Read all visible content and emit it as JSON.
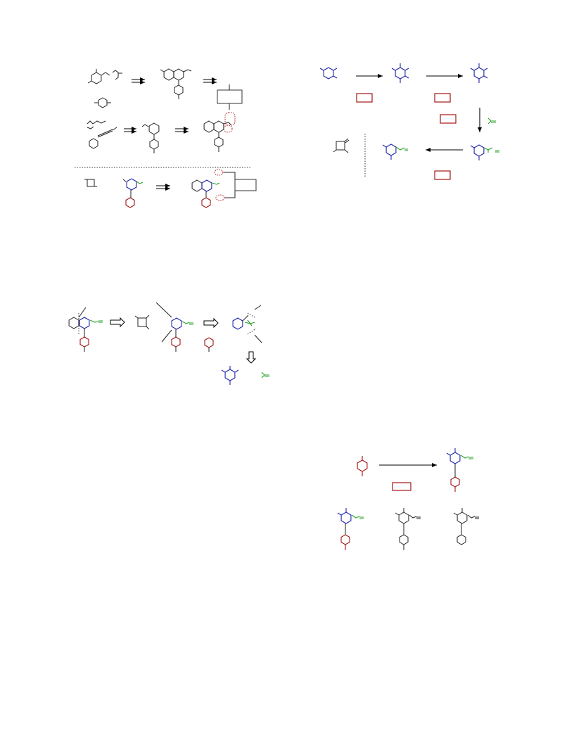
{
  "page": {
    "background": "#ffffff"
  },
  "colors": {
    "core_ring": "#1f26a8",
    "aryl_ring": "#a31515",
    "isopropylidene": "#2aa02a",
    "ink": "#222222"
  },
  "schemes": [
    {
      "name": "scheme-previous-syntheses",
      "description_text": ""
    },
    {
      "name": "scheme-retrosynthesis",
      "description_text": ""
    },
    {
      "name": "scheme-forward-route",
      "description_text": ""
    },
    {
      "name": "scheme-aryl-coupling",
      "description_text": ""
    }
  ]
}
